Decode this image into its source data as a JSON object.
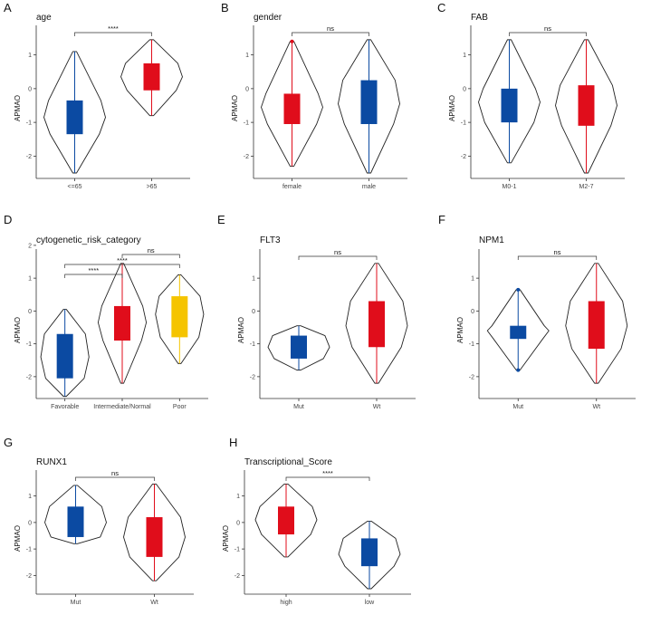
{
  "chart_data": [
    {
      "label": "A",
      "type": "violin",
      "title": "age",
      "ylabel": "APMAO",
      "ylim": [
        -2.5,
        1.5
      ],
      "yticks": [
        1,
        0,
        -1,
        -2
      ],
      "categories": [
        "<=65",
        ">65"
      ],
      "groups": [
        {
          "name": "<=65",
          "min": -2.5,
          "q1": -1.35,
          "median": -0.85,
          "q3": -0.35,
          "max": 1.1,
          "color": "#0b4aa2"
        },
        {
          "name": ">65",
          "min": -0.8,
          "q1": -0.05,
          "median": 0.35,
          "q3": 0.75,
          "max": 1.45,
          "color": "#e00d1b"
        }
      ],
      "comparisons": [
        {
          "from": 0,
          "to": 1,
          "label": "****"
        }
      ]
    },
    {
      "label": "B",
      "type": "violin",
      "title": "gender",
      "ylabel": "APMAO",
      "ylim": [
        -2.5,
        1.5
      ],
      "yticks": [
        1,
        0,
        -1,
        -2
      ],
      "categories": [
        "female",
        "male"
      ],
      "groups": [
        {
          "name": "female",
          "min": -2.3,
          "q1": -1.05,
          "median": -0.55,
          "q3": -0.15,
          "max": 1.4,
          "color": "#e00d1b",
          "outliers": [
            1.4
          ]
        },
        {
          "name": "male",
          "min": -2.5,
          "q1": -1.05,
          "median": -0.45,
          "q3": 0.25,
          "max": 1.45,
          "color": "#0b4aa2"
        }
      ],
      "comparisons": [
        {
          "from": 0,
          "to": 1,
          "label": "ns"
        }
      ]
    },
    {
      "label": "C",
      "type": "violin",
      "title": "FAB",
      "ylabel": "APMAO",
      "ylim": [
        -2.5,
        1.5
      ],
      "yticks": [
        1,
        0,
        -1,
        -2
      ],
      "categories": [
        "M0-1",
        "M2-7"
      ],
      "groups": [
        {
          "name": "M0-1",
          "min": -2.2,
          "q1": -1.0,
          "median": -0.4,
          "q3": 0.0,
          "max": 1.45,
          "color": "#0b4aa2"
        },
        {
          "name": "M2-7",
          "min": -2.5,
          "q1": -1.1,
          "median": -0.5,
          "q3": 0.1,
          "max": 1.45,
          "color": "#e00d1b"
        }
      ],
      "comparisons": [
        {
          "from": 0,
          "to": 1,
          "label": "ns"
        }
      ]
    },
    {
      "label": "D",
      "type": "violin",
      "title": "cytogenetic_risk_category",
      "ylabel": "APMAO",
      "ylim": [
        -2.5,
        1.5
      ],
      "yticks": [
        2,
        1,
        0,
        -1,
        -2
      ],
      "categories": [
        "Favorable",
        "Intermediate/Normal",
        "Poor"
      ],
      "groups": [
        {
          "name": "Favorable",
          "min": -2.6,
          "q1": -2.05,
          "median": -1.4,
          "q3": -0.7,
          "max": 0.05,
          "color": "#0b4aa2"
        },
        {
          "name": "Intermediate/Normal",
          "min": -2.2,
          "q1": -0.9,
          "median": -0.35,
          "q3": 0.15,
          "max": 1.45,
          "color": "#e00d1b"
        },
        {
          "name": "Poor",
          "min": -1.6,
          "q1": -0.8,
          "median": -0.1,
          "q3": 0.45,
          "max": 1.1,
          "color": "#f5c400"
        }
      ],
      "comparisons": [
        {
          "from": 0,
          "to": 1,
          "label": "****"
        },
        {
          "from": 0,
          "to": 2,
          "label": "****"
        },
        {
          "from": 1,
          "to": 2,
          "label": "ns"
        }
      ]
    },
    {
      "label": "E",
      "type": "violin",
      "title": "FLT3",
      "ylabel": "APMAO",
      "ylim": [
        -2.5,
        1.5
      ],
      "yticks": [
        1,
        0,
        -1,
        -2
      ],
      "categories": [
        "Mut",
        "Wt"
      ],
      "groups": [
        {
          "name": "Mut",
          "min": -1.8,
          "q1": -1.45,
          "median": -1.1,
          "q3": -0.75,
          "max": -0.45,
          "color": "#0b4aa2"
        },
        {
          "name": "Wt",
          "min": -2.2,
          "q1": -1.1,
          "median": -0.45,
          "q3": 0.3,
          "max": 1.45,
          "color": "#e00d1b"
        }
      ],
      "comparisons": [
        {
          "from": 0,
          "to": 1,
          "label": "ns"
        }
      ]
    },
    {
      "label": "F",
      "type": "violin",
      "title": "NPM1",
      "ylabel": "APMAO",
      "ylim": [
        -2.5,
        1.5
      ],
      "yticks": [
        1,
        0,
        -1,
        -2
      ],
      "categories": [
        "Mut",
        "Wt"
      ],
      "groups": [
        {
          "name": "Mut",
          "min": -1.8,
          "q1": -0.85,
          "median": -0.6,
          "q3": -0.45,
          "max": 0.65,
          "color": "#0b4aa2",
          "outliers": [
            0.65,
            -1.8
          ]
        },
        {
          "name": "Wt",
          "min": -2.2,
          "q1": -1.15,
          "median": -0.45,
          "q3": 0.3,
          "max": 1.45,
          "color": "#e00d1b"
        }
      ],
      "comparisons": [
        {
          "from": 0,
          "to": 1,
          "label": "ns"
        }
      ]
    },
    {
      "label": "G",
      "type": "violin",
      "title": "RUNX1",
      "ylabel": "APMAO",
      "ylim": [
        -2.5,
        1.5
      ],
      "yticks": [
        1,
        0,
        -1,
        -2
      ],
      "categories": [
        "Mut",
        "Wt"
      ],
      "groups": [
        {
          "name": "Mut",
          "min": -0.8,
          "q1": -0.55,
          "median": 0.0,
          "q3": 0.6,
          "max": 1.4,
          "color": "#0b4aa2"
        },
        {
          "name": "Wt",
          "min": -2.2,
          "q1": -1.3,
          "median": -0.55,
          "q3": 0.2,
          "max": 1.45,
          "color": "#e00d1b"
        }
      ],
      "comparisons": [
        {
          "from": 0,
          "to": 1,
          "label": "ns"
        }
      ]
    },
    {
      "label": "H",
      "type": "violin",
      "title": "Transcriptional_Score",
      "ylabel": "APMAO",
      "ylim": [
        -2.5,
        1.5
      ],
      "yticks": [
        1,
        0,
        -1,
        -2
      ],
      "categories": [
        "high",
        "low"
      ],
      "groups": [
        {
          "name": "high",
          "min": -1.3,
          "q1": -0.45,
          "median": 0.1,
          "q3": 0.6,
          "max": 1.45,
          "color": "#e00d1b"
        },
        {
          "name": "low",
          "min": -2.5,
          "q1": -1.65,
          "median": -1.2,
          "q3": -0.6,
          "max": 0.05,
          "color": "#0b4aa2"
        }
      ],
      "comparisons": [
        {
          "from": 0,
          "to": 1,
          "label": "****"
        }
      ]
    }
  ]
}
